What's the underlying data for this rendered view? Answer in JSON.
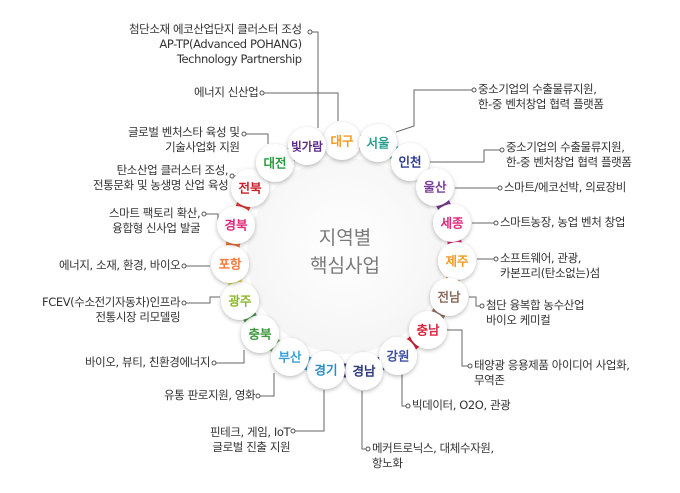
{
  "center": {
    "title_line1": "지역별",
    "title_line2": "핵심사업"
  },
  "regions": [
    {
      "id": "daegu",
      "label": "대구",
      "color": "#f39a1e",
      "text_color": "#f39a1e"
    },
    {
      "id": "seoul",
      "label": "서울",
      "color": "#2fb0a0",
      "text_color": "#2a9d8f"
    },
    {
      "id": "incheon",
      "label": "인천",
      "color": "#2f3f8f",
      "text_color": "#2f3f8f"
    },
    {
      "id": "ulsan",
      "label": "울산",
      "color": "#7a3f98",
      "text_color": "#7a3f98"
    },
    {
      "id": "sejong",
      "label": "세종",
      "color": "#e0287a",
      "text_color": "#e0287a"
    },
    {
      "id": "jeju",
      "label": "제주",
      "color": "#f3a33a",
      "text_color": "#f39a1e"
    },
    {
      "id": "jeonnam",
      "label": "전남",
      "color": "#9a7a6a",
      "text_color": "#8b6b5a"
    },
    {
      "id": "chungnam",
      "label": "충남",
      "color": "#d7263d",
      "text_color": "#d7263d"
    },
    {
      "id": "gangwon",
      "label": "강원",
      "color": "#3d4fa3",
      "text_color": "#3d4fa3"
    },
    {
      "id": "gyeongnam",
      "label": "경남",
      "color": "#2d3a7a",
      "text_color": "#2d3a7a"
    },
    {
      "id": "gyeonggi",
      "label": "경기",
      "color": "#3aa0d8",
      "text_color": "#2a8fc8"
    },
    {
      "id": "busan",
      "label": "부산",
      "color": "#58b848",
      "text_color": "#3aa0d8"
    },
    {
      "id": "chungbuk",
      "label": "충북",
      "color": "#3f9a3f",
      "text_color": "#3f9a3f"
    },
    {
      "id": "gwangju",
      "label": "광주",
      "color": "#e9e05a",
      "text_color": "#8ab82a"
    },
    {
      "id": "pohang",
      "label": "포항",
      "color": "#f47a3a",
      "text_color": "#f47a3a"
    },
    {
      "id": "gyeongbuk",
      "label": "경북",
      "color": "#e83a3a",
      "text_color": "#e0287a"
    },
    {
      "id": "jeonbuk",
      "label": "전북",
      "color": "#c8202a",
      "text_color": "#c8202a"
    },
    {
      "id": "daejeon",
      "label": "대전",
      "color": "#2fb060",
      "text_color": "#2a9a3f"
    },
    {
      "id": "bitgaram",
      "label": "빛가람",
      "color": "#5b2a86",
      "text_color": "#5b2a86"
    }
  ],
  "callouts": [
    {
      "region": "bitgaram",
      "lines": [
        "첨단소재 에코산업단지 클러스터 조성",
        "AP-TP(Advanced POHANG)",
        "Technology Partnership"
      ]
    },
    {
      "region": "daegu",
      "lines": [
        "에너지 신산업"
      ]
    },
    {
      "region": "daejeon",
      "lines": [
        "글로벌 벤처스타 육성 및",
        "기술사업화 지원"
      ]
    },
    {
      "region": "jeonbuk",
      "lines": [
        "탄소산업 클러스터 조성,",
        "전통문화 및 농생명 산업 육성"
      ]
    },
    {
      "region": "gyeongbuk",
      "lines": [
        "스마트 팩토리 확산,",
        "융합형 신사업 발굴"
      ]
    },
    {
      "region": "pohang",
      "lines": [
        "에너지, 소재, 환경, 바이오"
      ]
    },
    {
      "region": "gwangju",
      "lines": [
        "FCEV(수소전기자동차)인프라",
        "전통시장 리모델링"
      ]
    },
    {
      "region": "chungbuk",
      "lines": [
        "바이오, 뷰티, 친환경에너지"
      ]
    },
    {
      "region": "busan",
      "lines": [
        "유통 판로지원, 영화"
      ]
    },
    {
      "region": "gyeonggi",
      "lines": [
        "핀테크, 게임, IoT",
        "글로벌 진출 지원"
      ]
    },
    {
      "region": "gyeongnam",
      "lines": [
        "메커트로닉스, 대체수자원,",
        "항노화"
      ]
    },
    {
      "region": "gangwon",
      "lines": [
        "빅데이터, O2O, 관광"
      ]
    },
    {
      "region": "chungnam",
      "lines": [
        "태양광 응용제품 아이디어 사업화,",
        "무역존"
      ]
    },
    {
      "region": "jeonnam",
      "lines": [
        "첨단 융복합 농수산업",
        "바이오 케미컬"
      ]
    },
    {
      "region": "jeju",
      "lines": [
        "소프트웨어, 관광,",
        "카본프리(탄소없는)섬"
      ]
    },
    {
      "region": "sejong",
      "lines": [
        "스마트농장, 농업 벤처 창업"
      ]
    },
    {
      "region": "ulsan",
      "lines": [
        "스마트/에코선박, 의료장비"
      ]
    },
    {
      "region": "incheon",
      "lines": [
        "중소기업의 수출물류지원,",
        "한-중 벤처창업 협력 플랫폼"
      ]
    },
    {
      "region": "seoul",
      "lines": [
        "중소기업의 수출물류지원,",
        "한-중 벤처창업 협력 플랫폼"
      ]
    }
  ]
}
